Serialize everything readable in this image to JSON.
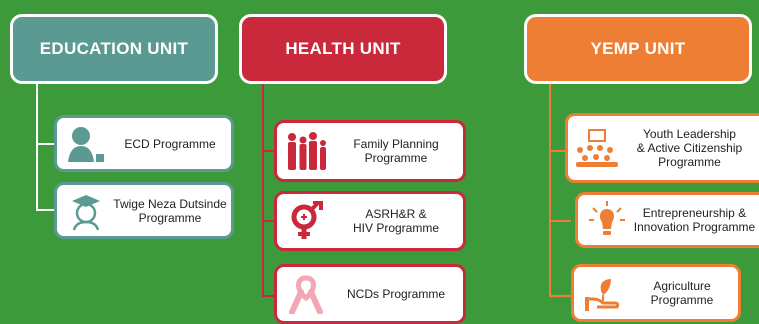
{
  "colors": {
    "background": "#3d9a3a",
    "education": "#5b9a93",
    "health": "#c9293a",
    "yemp": "#ef7e35"
  },
  "units": {
    "education": {
      "title": "EDUCATION UNIT",
      "programmes": [
        {
          "label": "ECD Programme",
          "icon": "child-icon"
        },
        {
          "label": "Twige Neza Dutsinde\nProgramme",
          "icon": "graduate-icon"
        }
      ]
    },
    "health": {
      "title": "HEALTH UNIT",
      "programmes": [
        {
          "label": "Family Planning\nProgramme",
          "icon": "family-icon"
        },
        {
          "label": "ASRH&R &\nHIV Programme",
          "icon": "gender-symbol-icon"
        },
        {
          "label": "NCDs Programme",
          "icon": "ribbon-icon"
        }
      ]
    },
    "yemp": {
      "title": "YEMP UNIT",
      "programmes": [
        {
          "label": "Youth Leadership\n& Active Citizenship\nProgramme",
          "icon": "audience-icon"
        },
        {
          "label": "Entrepreneurship &\nInnovation Programme",
          "icon": "lightbulb-icon"
        },
        {
          "label": "Agriculture\nProgramme",
          "icon": "plant-in-hand-icon"
        }
      ]
    }
  }
}
